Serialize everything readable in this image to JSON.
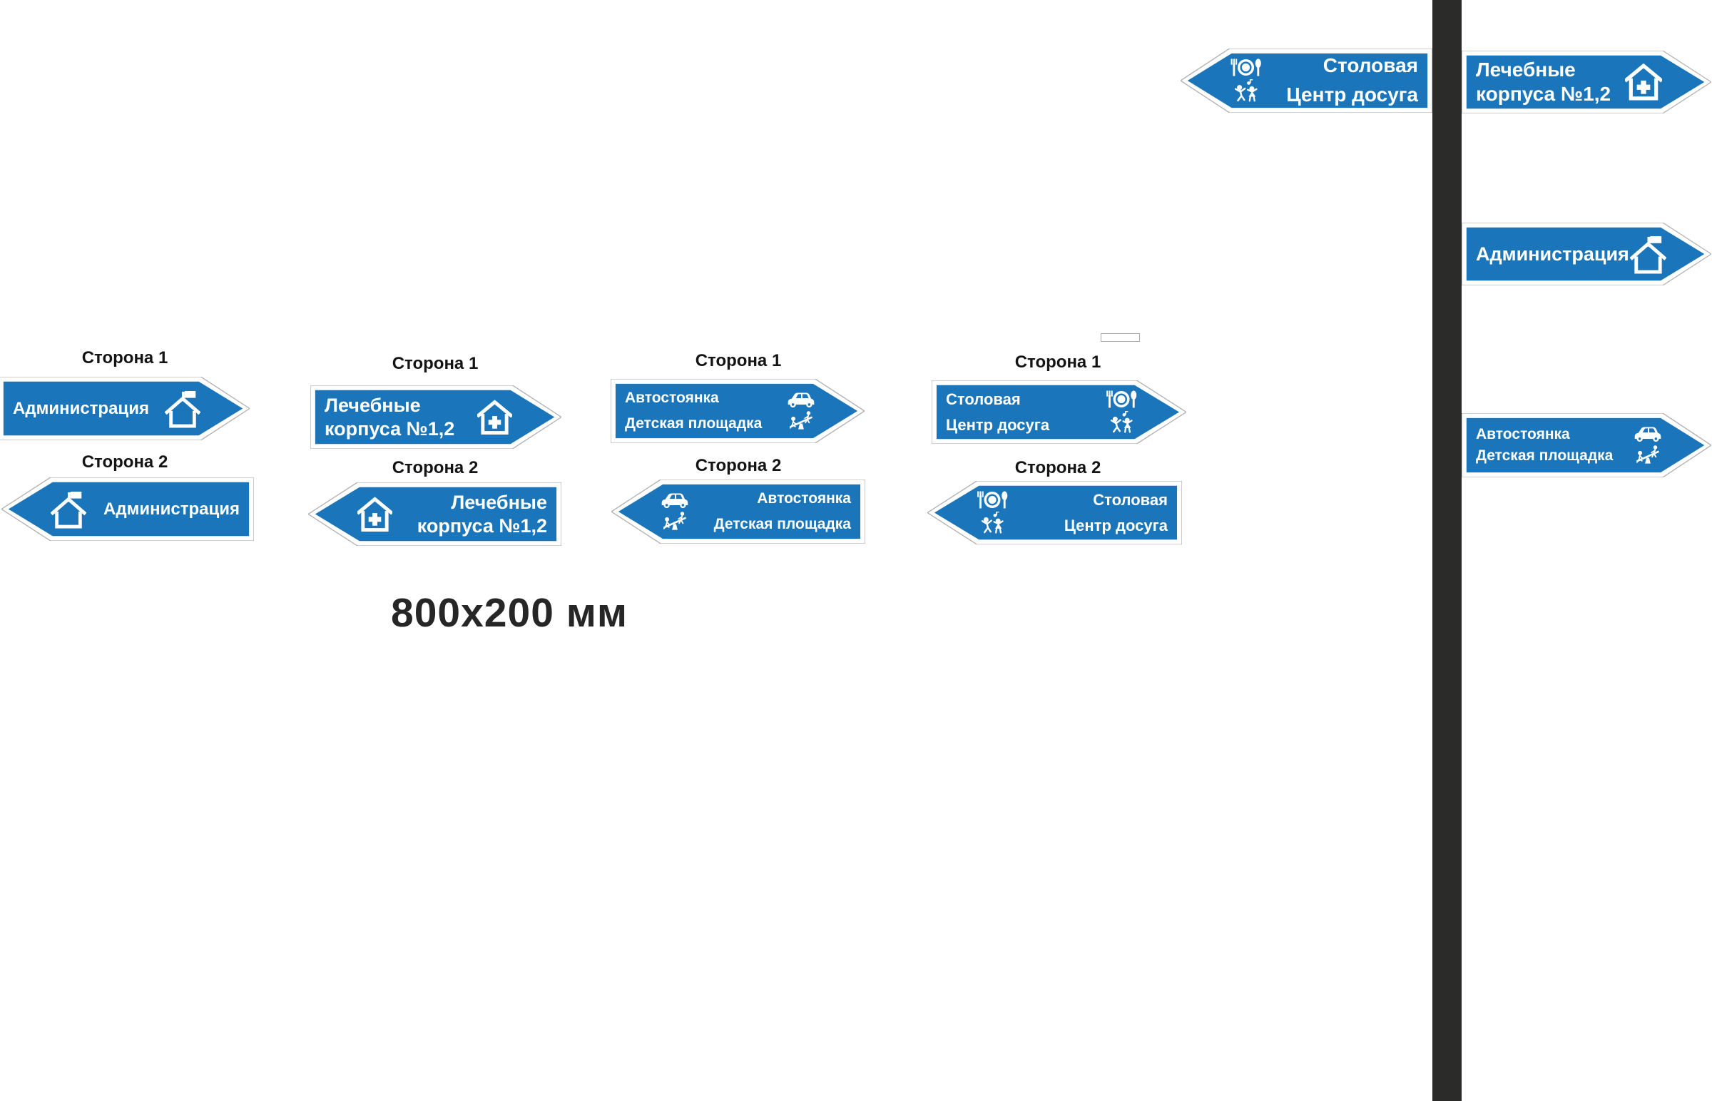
{
  "labels": {
    "side1": "Сторона 1",
    "side2": "Сторона 2",
    "dimension": "800x200 мм"
  },
  "destinations": {
    "admin": {
      "line1": "Администрация",
      "icons": [
        "house-flag-icon"
      ]
    },
    "medical": {
      "line1": "Лечебные",
      "line2": "корпуса №1,2",
      "icons": [
        "house-cross-icon"
      ]
    },
    "parking": {
      "line1": "Автостоянка",
      "line2": "Детская площадка",
      "icons": [
        "car-icon",
        "seesaw-icon"
      ]
    },
    "leisure": {
      "line1": "Столовая",
      "line2": "Центр досуга",
      "icons": [
        "dining-icon",
        "dance-icon"
      ]
    }
  },
  "colors": {
    "sign_blue": "#1a75ba",
    "sign_border": "#ffffff",
    "sign_outline": "#b4b4b4",
    "pole": "#2b2b29",
    "sign_text": "#ffffff",
    "label_text": "#141414"
  }
}
